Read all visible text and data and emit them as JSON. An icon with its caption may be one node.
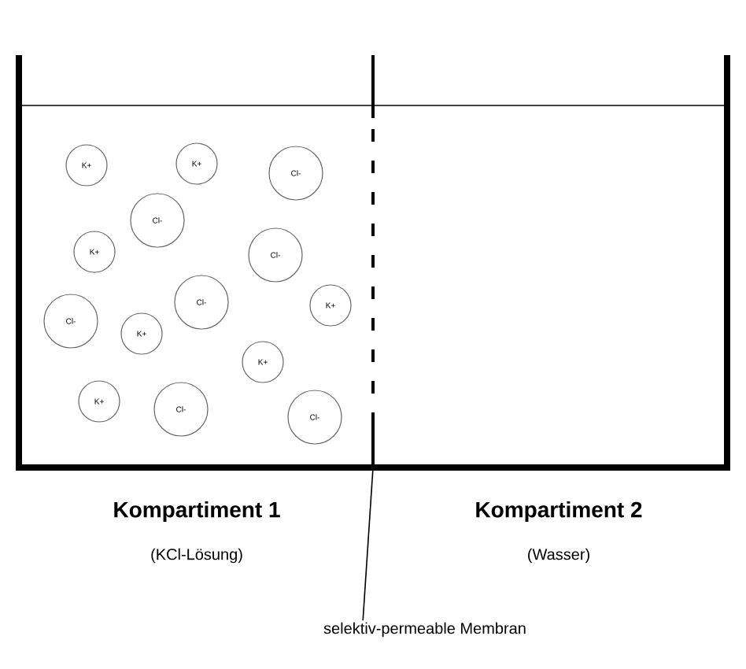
{
  "diagram": {
    "nodes": [
      {
        "text": [
          "K+"
        ]
      },
      {
        "text": [
          "K+"
        ]
      },
      {
        "text": [
          "Cl-"
        ]
      },
      {
        "text": [
          "Cl-"
        ]
      },
      {
        "text": [
          "K+"
        ]
      },
      {
        "text": [
          "Cl-"
        ]
      },
      {
        "text": [
          "Cl-"
        ]
      },
      {
        "text": [
          "K+"
        ]
      },
      {
        "text": [
          "Cl-"
        ]
      },
      {
        "text": [
          "K+"
        ]
      },
      {
        "text": [
          "K+"
        ]
      },
      {
        "text": [
          "K+"
        ]
      },
      {
        "text": [
          "Cl-"
        ]
      },
      {
        "text": [
          "Cl-"
        ]
      },
      {
        "text": [],
        "shape": "bar"
      },
      {
        "text": [
          "selektiv-permeable Membran"
        ]
      }
    ],
    "edges": [
      {
        "from": 15,
        "to": 14,
        "arrow": "none"
      }
    ],
    "labels": [
      "Kompartiment 1",
      "(KCl-Lösung)",
      "Kompartiment 2",
      "(Wasser)"
    ]
  }
}
